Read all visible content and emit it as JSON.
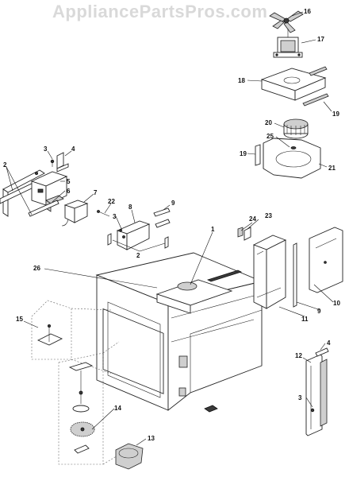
{
  "watermark": "AppliancePartsPros.com",
  "callouts": {
    "c1": "1",
    "c2a": "2",
    "c2b": "2",
    "c3a": "3",
    "c3b": "3",
    "c3c": "3",
    "c4a": "4",
    "c4b": "4",
    "c5": "5",
    "c6": "6",
    "c7": "7",
    "c8": "8",
    "c9a": "9",
    "c9b": "9",
    "c10": "10",
    "c11": "11",
    "c12": "12",
    "c13": "13",
    "c14": "14",
    "c15": "15",
    "c16": "16",
    "c17": "17",
    "c18": "18",
    "c19a": "19",
    "c19b": "19",
    "c20": "20",
    "c21": "21",
    "c22": "22",
    "c23": "23",
    "c24": "24",
    "c25": "25",
    "c26": "26"
  }
}
